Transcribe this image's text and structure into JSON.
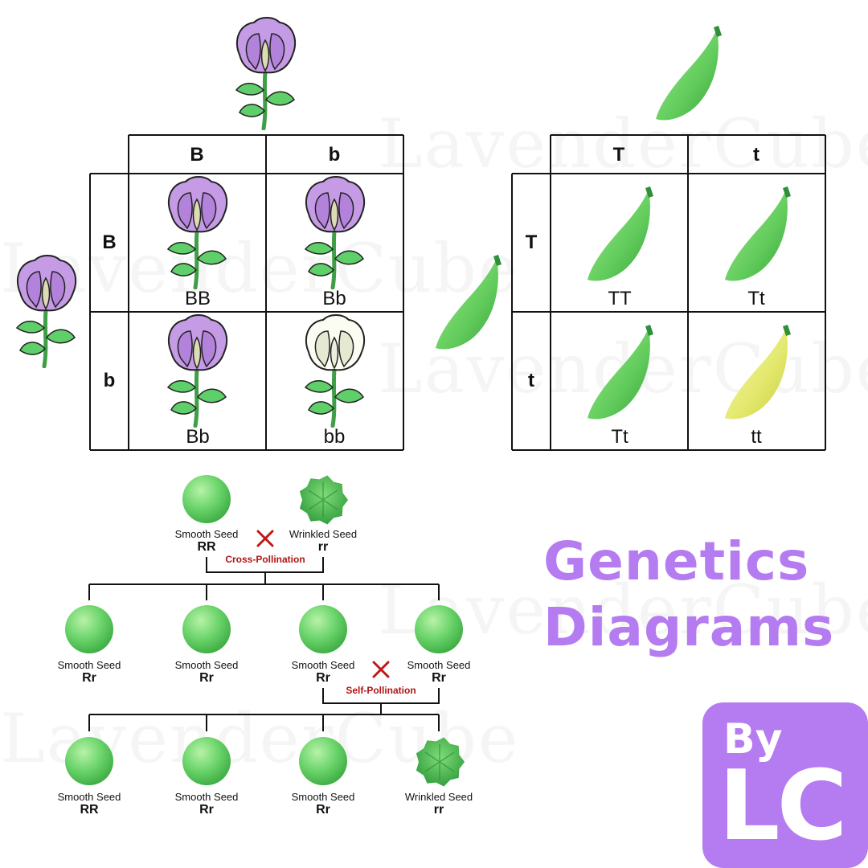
{
  "watermark": "LavenderCube",
  "flower_square": {
    "columns": [
      "B",
      "b"
    ],
    "rows": [
      "B",
      "b"
    ],
    "cells": [
      {
        "genotype": "BB",
        "flower": "purple"
      },
      {
        "genotype": "Bb",
        "flower": "purple"
      },
      {
        "genotype": "Bb",
        "flower": "purple"
      },
      {
        "genotype": "bb",
        "flower": "white"
      }
    ]
  },
  "pod_square": {
    "columns": [
      "T",
      "t"
    ],
    "rows": [
      "T",
      "t"
    ],
    "cells": [
      {
        "genotype": "TT",
        "pod": "green"
      },
      {
        "genotype": "Tt",
        "pod": "green"
      },
      {
        "genotype": "Tt",
        "pod": "green"
      },
      {
        "genotype": "tt",
        "pod": "yellow"
      }
    ]
  },
  "seed_cross": {
    "parents": [
      {
        "name": "Smooth Seed",
        "genotype": "RR",
        "type": "smooth"
      },
      {
        "name": "Wrinkled Seed",
        "genotype": "rr",
        "type": "wrinkled"
      }
    ],
    "cross_label": "Cross-Pollination",
    "f1": [
      {
        "name": "Smooth Seed",
        "genotype": "Rr",
        "type": "smooth"
      },
      {
        "name": "Smooth Seed",
        "genotype": "Rr",
        "type": "smooth"
      },
      {
        "name": "Smooth Seed",
        "genotype": "Rr",
        "type": "smooth"
      },
      {
        "name": "Smooth Seed",
        "genotype": "Rr",
        "type": "smooth"
      }
    ],
    "self_label": "Self-Pollination",
    "f2": [
      {
        "name": "Smooth Seed",
        "genotype": "RR",
        "type": "smooth"
      },
      {
        "name": "Smooth Seed",
        "genotype": "Rr",
        "type": "smooth"
      },
      {
        "name": "Smooth Seed",
        "genotype": "Rr",
        "type": "smooth"
      },
      {
        "name": "Wrinkled Seed",
        "genotype": "rr",
        "type": "wrinkled"
      }
    ]
  },
  "title": {
    "line1": "Genetics",
    "line2": "Diagrams"
  },
  "badge": {
    "by": "By",
    "initials": "LC"
  },
  "colors": {
    "flower_purple": "#c69be6",
    "leaf_green": "#5fcf6a",
    "pod_green": "#6fd466",
    "pod_yellow": "#e7ec79",
    "seed_green": "#6bd46b",
    "cross_red": "#c01818",
    "brand": "#b57bf0"
  }
}
